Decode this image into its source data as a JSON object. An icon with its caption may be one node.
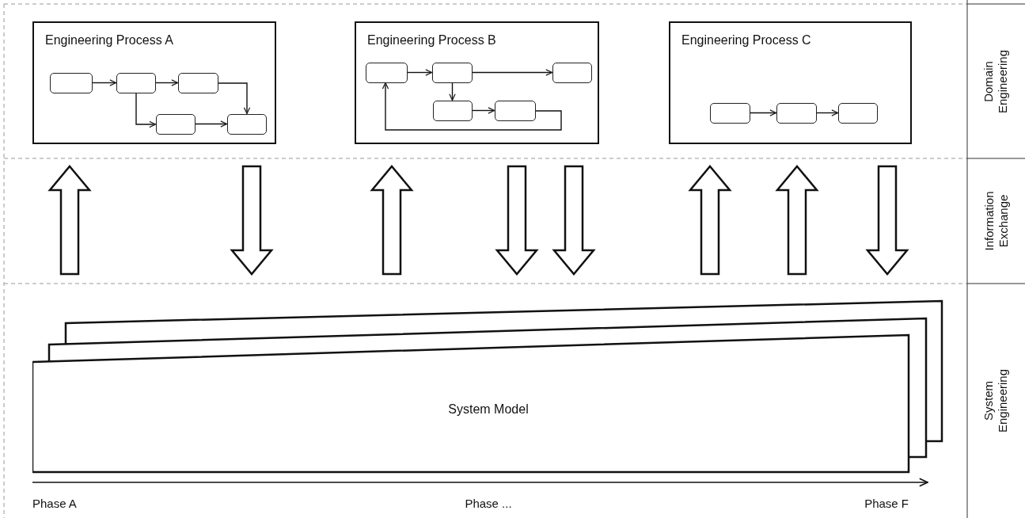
{
  "diagram": {
    "nodes": [
      {
        "text": [
          "Engineering Process A"
        ]
      },
      {
        "text": [],
        "shape": "box",
        "in": 0
      },
      {
        "text": [],
        "shape": "box",
        "in": 0
      },
      {
        "text": [],
        "shape": "box",
        "in": 0
      },
      {
        "text": [],
        "shape": "box",
        "in": 0
      },
      {
        "text": [],
        "shape": "box",
        "in": 0
      },
      {
        "text": [
          "Engineering Process B"
        ]
      },
      {
        "text": [],
        "shape": "box",
        "in": 6
      },
      {
        "text": [],
        "shape": "box",
        "in": 6
      },
      {
        "text": [],
        "shape": "box",
        "in": 6
      },
      {
        "text": [],
        "shape": "box",
        "in": 6
      },
      {
        "text": [],
        "shape": "box",
        "in": 6
      },
      {
        "text": [
          "Engineering Process C"
        ]
      },
      {
        "text": [],
        "shape": "box",
        "in": 12
      },
      {
        "text": [],
        "shape": "box",
        "in": 12
      },
      {
        "text": [],
        "shape": "box",
        "in": 12
      },
      {
        "text": [
          "System Model"
        ]
      }
    ],
    "edges": [
      {
        "from": 1,
        "to": 2,
        "arrow": "to"
      },
      {
        "from": 2,
        "to": 3,
        "arrow": "to"
      },
      {
        "from": 3,
        "to": 5,
        "arrow": "to"
      },
      {
        "from": 2,
        "to": 4,
        "arrow": "to"
      },
      {
        "from": 4,
        "to": 5,
        "arrow": "to"
      },
      {
        "from": 7,
        "to": 8,
        "arrow": "to"
      },
      {
        "from": 8,
        "to": 9,
        "arrow": "to"
      },
      {
        "from": 8,
        "to": 10,
        "arrow": "to"
      },
      {
        "from": 10,
        "to": 11,
        "arrow": "to"
      },
      {
        "from": 11,
        "to": 7,
        "arrow": "to"
      },
      {
        "from": 13,
        "to": 14,
        "arrow": "to"
      },
      {
        "from": 14,
        "to": 15,
        "arrow": "to"
      },
      {
        "from": 16,
        "to": 0,
        "arrow": "to",
        "style": "thick"
      },
      {
        "from": 0,
        "to": 16,
        "arrow": "to",
        "style": "thick"
      },
      {
        "from": 16,
        "to": 6,
        "arrow": "to",
        "style": "thick"
      },
      {
        "from": 6,
        "to": 16,
        "arrow": "to",
        "style": "thick"
      },
      {
        "from": 6,
        "to": 16,
        "arrow": "to",
        "style": "thick"
      },
      {
        "from": 16,
        "to": 12,
        "arrow": "to",
        "style": "thick"
      },
      {
        "from": 16,
        "to": 12,
        "arrow": "to",
        "style": "thick"
      },
      {
        "from": 12,
        "to": 16,
        "arrow": "to",
        "style": "thick"
      }
    ],
    "labels": [
      "Domain Engineering",
      "Information Exchange",
      "System Engineering",
      "Phase A",
      "Phase ...",
      "Phase F"
    ]
  }
}
